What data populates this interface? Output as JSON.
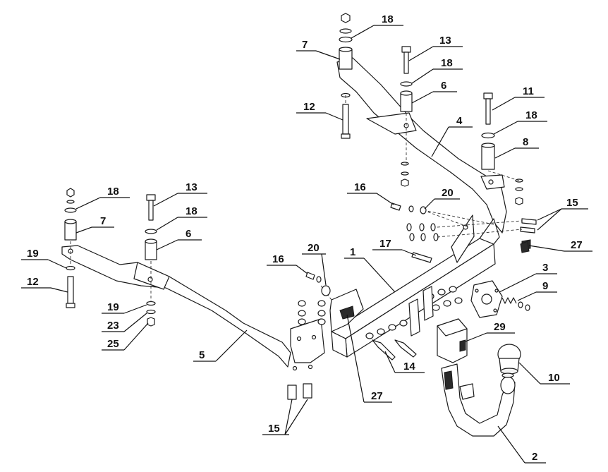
{
  "callouts": {
    "c1": "1",
    "c2": "2",
    "c3": "3",
    "c4": "4",
    "c5": "5",
    "c6a": "6",
    "c6b": "6",
    "c7a": "7",
    "c7b": "7",
    "c8": "8",
    "c9": "9",
    "c10": "10",
    "c11": "11",
    "c12a": "12",
    "c12b": "12",
    "c13a": "13",
    "c13b": "13",
    "c14": "14",
    "c15a": "15",
    "c15b": "15",
    "c16a": "16",
    "c16b": "16",
    "c17": "17",
    "c18a": "18",
    "c18b": "18",
    "c18c": "18",
    "c18d": "18",
    "c18e": "18",
    "c19a": "19",
    "c19b": "19",
    "c20a": "20",
    "c20b": "20",
    "c23": "23",
    "c25": "25",
    "c27a": "27",
    "c27b": "27",
    "c29": "29"
  }
}
